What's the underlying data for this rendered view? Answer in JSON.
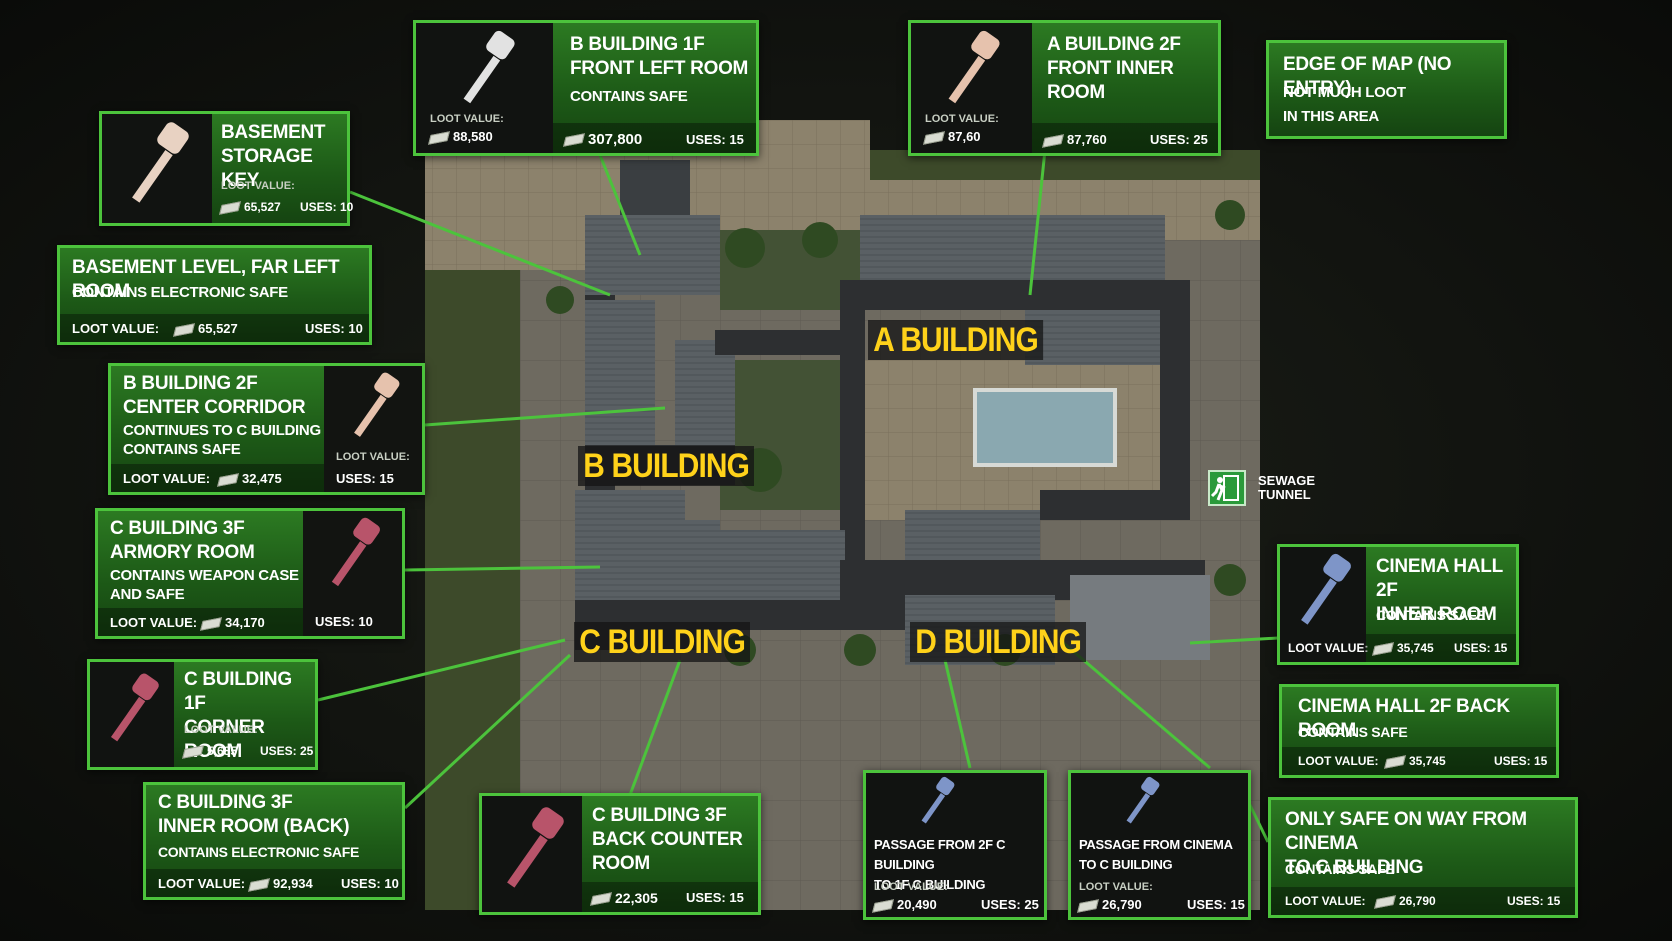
{
  "colors": {
    "accent": "#4cc33c",
    "card": "#1f5c18",
    "building_label": "#ffd21a"
  },
  "buildings": {
    "a": "A BUILDING",
    "b": "B BUILDING",
    "c": "C BUILDING",
    "d": "D BUILDING"
  },
  "exit": {
    "icon": "emergency-exit-icon",
    "line1": "SEWAGE",
    "line2": "TUNNEL"
  },
  "cards": {
    "basement_key": {
      "title1": "BASEMENT",
      "title2": "STORAGE KEY",
      "loot_label": "LOOT VALUE:",
      "loot": "65,527",
      "uses": "USES: 10",
      "key_color": "#e8d2c2"
    },
    "basement_room": {
      "title": "BASEMENT LEVEL, FAR LEFT ROOM",
      "sub": "CONTAINS ELECTRONIC SAFE",
      "loot_label": "LOOT VALUE:",
      "loot": "65,527",
      "uses": "USES: 10"
    },
    "b1f": {
      "title1": "B BUILDING 1F",
      "title2": "FRONT LEFT ROOM",
      "sub": "CONTAINS SAFE",
      "loot_label": "LOOT VALUE:",
      "loot_small": "88,580",
      "loot": "307,800",
      "uses": "USES: 15",
      "key_color": "#e2e2e2"
    },
    "a2f": {
      "title1": "A BUILDING 2F",
      "title2": "FRONT INNER ROOM",
      "loot_label": "LOOT VALUE:",
      "loot_small": "87,60",
      "loot": "87,760",
      "uses": "USES: 25",
      "key_color": "#e6c2ad"
    },
    "edge": {
      "title": "EDGE OF MAP (NO ENTRY)",
      "sub1": "NOT MUCH LOOT",
      "sub2": "IN THIS AREA"
    },
    "b2f": {
      "title1": "B BUILDING 2F",
      "title2": "CENTER CORRIDOR",
      "sub1": "CONTINUES TO C BUILDING",
      "sub2": "CONTAINS SAFE",
      "loot_label": "LOOT VALUE:",
      "loot": "32,475",
      "uses": "USES: 15",
      "key_label": "LOOT VALUE:",
      "key_color": "#e6c2ad"
    },
    "c3f_armory": {
      "title1": "C BUILDING 3F",
      "title2": "ARMORY ROOM",
      "sub1": "CONTAINS WEAPON CASE",
      "sub2": "AND SAFE",
      "loot_label": "LOOT VALUE:",
      "loot": "34,170",
      "uses": "USES: 10",
      "key_color": "#b8546a"
    },
    "c1f": {
      "title1": "C BUILDING 1F",
      "title2": "CORNER ROOM",
      "loot_label": "LOOT VALUE:",
      "loot": "5,685",
      "uses": "USES: 25",
      "key_color": "#b8546a"
    },
    "c3f_inner": {
      "title1": "C BUILDING 3F",
      "title2": "INNER ROOM (BACK)",
      "sub": "CONTAINS ELECTRONIC SAFE",
      "loot_label": "LOOT VALUE:",
      "loot": "92,934",
      "uses": "USES: 10"
    },
    "c3f_back": {
      "title1": "C BUILDING 3F",
      "title2": "BACK COUNTER ROOM",
      "loot": "22,305",
      "uses": "USES: 15",
      "key_color": "#b8546a"
    },
    "passage_2f": {
      "title1": "PASSAGE FROM 2F C BUILDING",
      "title2": "TO 1F C BUILDING",
      "loot_label": "LOOT VALUE:",
      "loot": "20,490",
      "uses": "USES: 25",
      "key_color": "#7e95c8"
    },
    "passage_cinema": {
      "title1": "PASSAGE FROM CINEMA",
      "title2": "TO C BUILDING",
      "loot_label": "LOOT VALUE:",
      "loot": "26,790",
      "uses": "USES: 15",
      "key_color": "#7e95c8"
    },
    "cinema_inner": {
      "title1": "CINEMA HALL 2F",
      "title2": "INNER ROOM",
      "sub": "CONTAINS SAFE",
      "loot_label": "LOOT VALUE:",
      "loot": "35,745",
      "uses": "USES: 15",
      "key_color": "#7e95c8"
    },
    "cinema_back": {
      "title": "CINEMA HALL 2F BACK ROOM",
      "sub": "CONTAINS SAFE",
      "loot_label": "LOOT VALUE:",
      "loot": "35,745",
      "uses": "USES: 15"
    },
    "only_safe": {
      "title1": "ONLY SAFE ON WAY FROM CINEMA",
      "title2": "TO C BUILDING",
      "sub": "CONTAINS SAFE",
      "loot_label": "LOOT VALUE:",
      "loot": "26,790",
      "uses": "USES: 15"
    }
  }
}
